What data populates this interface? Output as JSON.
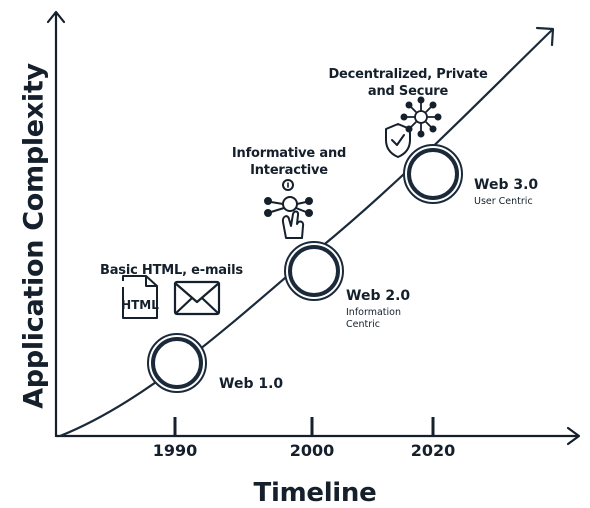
{
  "colors": {
    "ink": "#15202c",
    "accent": "#1b2a3a"
  },
  "axes": {
    "y_title": "Application Complexity",
    "x_title": "Timeline"
  },
  "years": [
    "1990",
    "2000",
    "2020"
  ],
  "milestones": [
    {
      "title": "Web 1.0",
      "subtitle": "",
      "caption": "Basic HTML, e-mails",
      "icons": [
        "html-file-icon",
        "envelope-icon"
      ]
    },
    {
      "title": "Web 2.0",
      "subtitle": "Information Centric",
      "caption": "Informative and Interactive",
      "icons": [
        "touch-network-icon"
      ]
    },
    {
      "title": "Web 3.0",
      "subtitle": "User Centric",
      "caption": "Decentralized, Private and Secure",
      "icons": [
        "shield-check-icon",
        "network-hub-icon"
      ]
    }
  ],
  "icon_text": {
    "html": "HTML"
  }
}
